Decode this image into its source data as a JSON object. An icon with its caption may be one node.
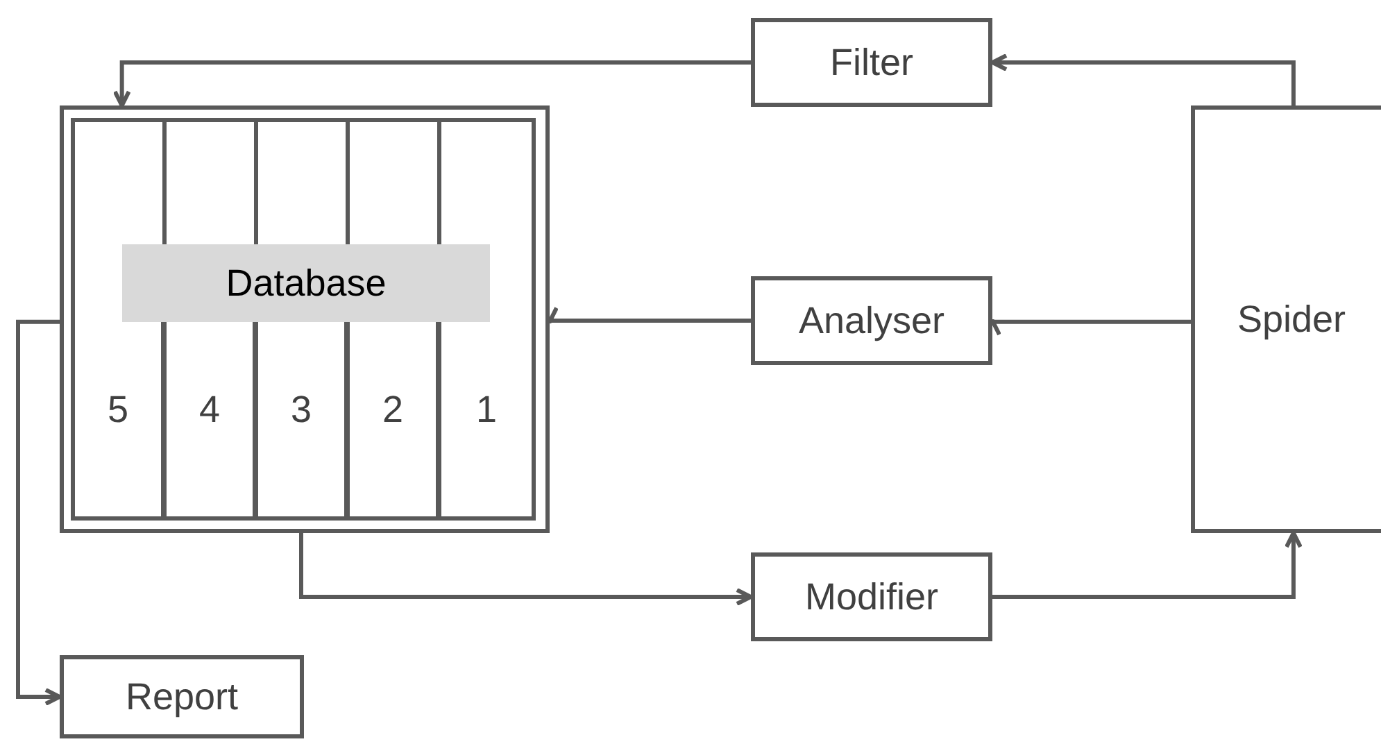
{
  "diagram": {
    "nodes": [
      {
        "text": [
          "Filter"
        ]
      },
      {
        "text": [
          "Database"
        ]
      },
      {
        "text": [
          "5"
        ],
        "in": 1
      },
      {
        "text": [
          "4"
        ],
        "in": 1
      },
      {
        "text": [
          "3"
        ],
        "in": 1
      },
      {
        "text": [
          "2"
        ],
        "in": 1
      },
      {
        "text": [
          "1"
        ],
        "in": 1
      },
      {
        "text": [
          "Analyser"
        ]
      },
      {
        "text": [
          "Spider"
        ]
      },
      {
        "text": [
          "Modifier"
        ]
      },
      {
        "text": [
          "Report"
        ]
      }
    ],
    "edges": [
      {
        "from": 8,
        "to": 0,
        "arrow": "to"
      },
      {
        "from": 0,
        "to": 1,
        "arrow": "to"
      },
      {
        "from": 8,
        "to": 7,
        "arrow": "to"
      },
      {
        "from": 7,
        "to": 1,
        "arrow": "to"
      },
      {
        "from": 4,
        "to": 9,
        "arrow": "to"
      },
      {
        "from": 9,
        "to": 8,
        "arrow": "to"
      },
      {
        "from": 1,
        "to": 10,
        "arrow": "to"
      }
    ]
  }
}
